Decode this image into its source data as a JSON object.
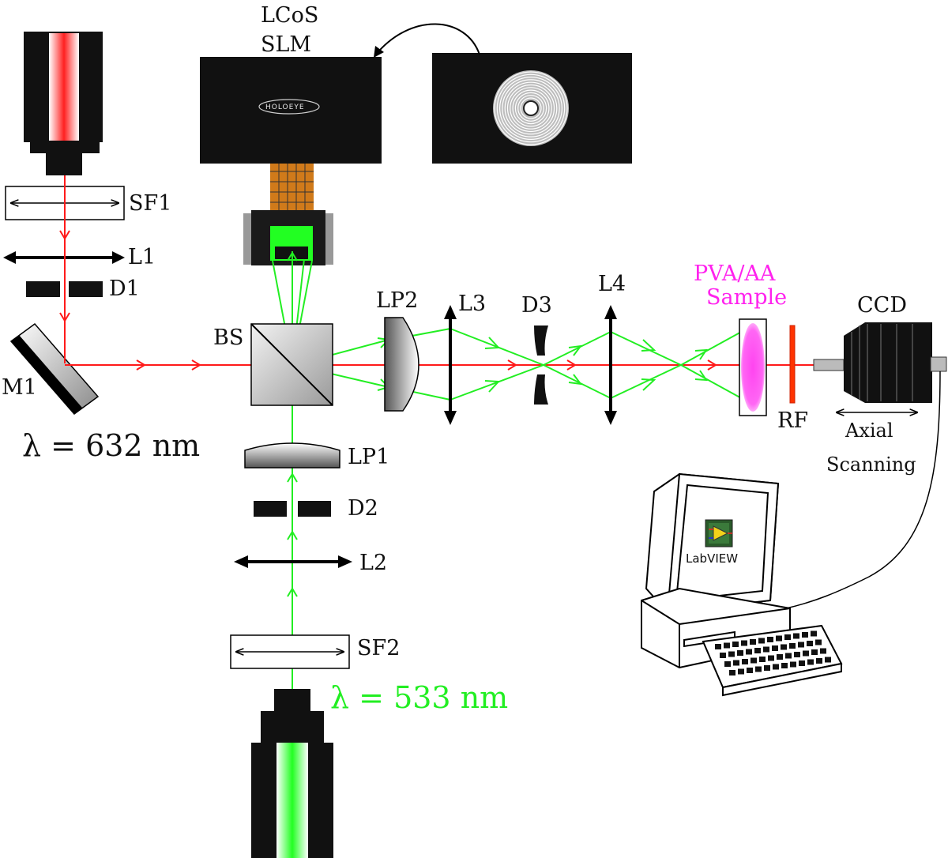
{
  "labels": {
    "slm_line1": "LCoS",
    "slm_line2": "SLM",
    "holoeye": "HOLOEYE",
    "sf1": "SF1",
    "l1": "L1",
    "d1": "D1",
    "m1": "M1",
    "bs": "BS",
    "lp2": "LP2",
    "l3": "L3",
    "d3": "D3",
    "l4": "L4",
    "sample_line1": "PVA/AA",
    "sample_line2": "Sample",
    "ccd": "CCD",
    "rf": "RF",
    "axial_line1": "Axial",
    "axial_line2": "Scanning",
    "lp1": "LP1",
    "d2": "D2",
    "l2": "L2",
    "sf2": "SF2",
    "red_wavelength": "λ = 632 nm",
    "green_wavelength": "λ = 533 nm",
    "labview": "LabVIEW"
  },
  "colors": {
    "red_beam": "#ff1a1a",
    "green_beam": "#22ee22",
    "sample": "#ff33ee",
    "sample_label": "#ff22ee"
  }
}
